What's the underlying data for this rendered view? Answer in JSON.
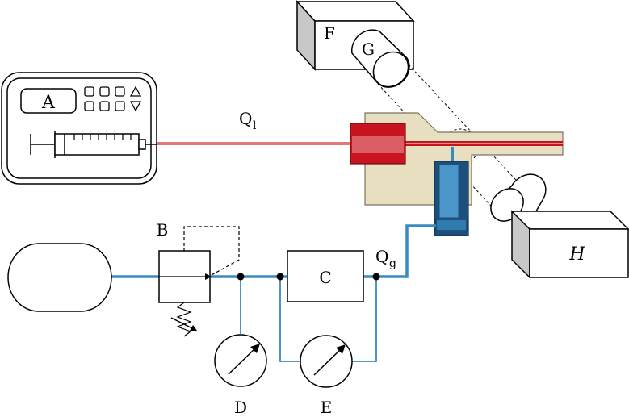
{
  "labels": {
    "a": "A",
    "b": "B",
    "c": "C",
    "d": "D",
    "e": "E",
    "f": "F",
    "g": "G",
    "h": "H",
    "q_liquid_main": "Q",
    "q_liquid_sub": "l",
    "q_gas_main": "Q",
    "q_gas_sub": "g"
  },
  "colors": {
    "liquid_line": "#e07a7a",
    "liquid_nozzle": "#c8141e",
    "gas_line": "#3a8ac0",
    "gas_nozzle": "#2f7aae",
    "gas_nozzle_dark": "#1c4f7a",
    "chip_body": "#e8dfc0",
    "box_side": "#c8c8c8",
    "stroke": "#000000"
  }
}
